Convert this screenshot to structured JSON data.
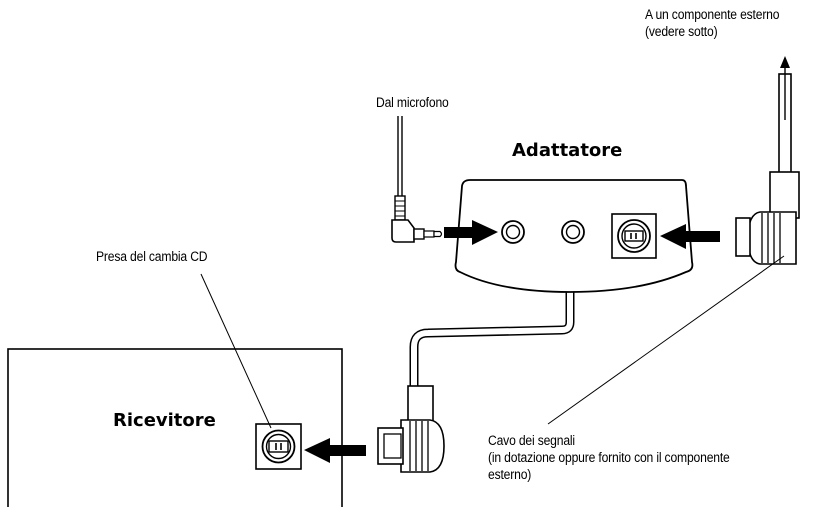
{
  "labels": {
    "external_line1": "A un componente esterno",
    "external_line2": "(vedere sotto)",
    "microphone": "Dal microfono",
    "adapter": "Adattatore",
    "cd_jack": "Presa del cambia CD",
    "receiver": "Ricevitore",
    "cable_line1": "Cavo dei segnali",
    "cable_line2": "(in dotazione oppure fornito con il componente",
    "cable_line3": "esterno)"
  },
  "colors": {
    "stroke": "#000000",
    "fill": "#ffffff",
    "arrow": "#000000",
    "cable_fill": "#e6e6e6"
  }
}
